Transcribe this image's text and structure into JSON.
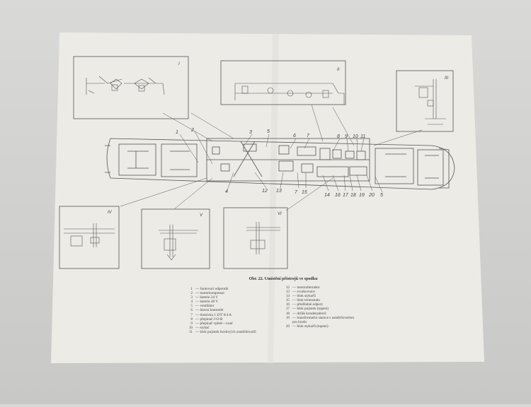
{
  "figure": {
    "caption": "Obr. 22. Umístění přístrojů ve spodku",
    "panel_labels": {
      "top_left": "I",
      "top_middle": "II",
      "top_right": "III",
      "bottom_left": "IV",
      "bottom_middle": "V",
      "bottom_right": "VI"
    },
    "callouts_top": [
      "1",
      "2",
      "3",
      "5",
      "6",
      "7",
      "8",
      "9",
      "10",
      "11"
    ],
    "callouts_bottom": [
      "4",
      "12",
      "13",
      "7",
      "15",
      "14",
      "16",
      "17",
      "18",
      "19",
      "20",
      "5"
    ]
  },
  "legend_left": [
    {
      "num": "1",
      "text": "— šuntovací odporník"
    },
    {
      "num": "2",
      "text": "— motorkompresor"
    },
    {
      "num": "3",
      "text": "— baterie 24 V"
    },
    {
      "num": "4",
      "text": "— baterie 48 V"
    },
    {
      "num": "5",
      "text": "— ventilátor"
    },
    {
      "num": "6",
      "text": "— hlavní kontrolér"
    },
    {
      "num": "7",
      "text": "— tlumivka 1 ZJT 0/4 A"
    },
    {
      "num": "8",
      "text": "— přepínač J-O-B"
    },
    {
      "num": "9",
      "text": "— přepínač vpřed—vzad"
    },
    {
      "num": "10",
      "text": "— stykač"
    },
    {
      "num": "11",
      "text": "— blok pojistek brzdových usměrňovačů"
    }
  ],
  "legend_right": [
    {
      "num": "12",
      "text": "— motoralternátor"
    },
    {
      "num": "13",
      "text": "— svorkovnice"
    },
    {
      "num": "14",
      "text": "— blok stykačů"
    },
    {
      "num": "15",
      "text": "— blok termostatu"
    },
    {
      "num": "16",
      "text": "— předřadné odpory"
    },
    {
      "num": "17",
      "text": "— blok pojistek (topení)"
    },
    {
      "num": "18",
      "text": "— držák kondenzátorů"
    },
    {
      "num": "19",
      "text": "— transformační stanice s usměrňovačem"
    },
    {
      "num": "",
      "text": "pro brzdu"
    },
    {
      "num": "20",
      "text": "— blok stykačů (topení)"
    }
  ]
}
